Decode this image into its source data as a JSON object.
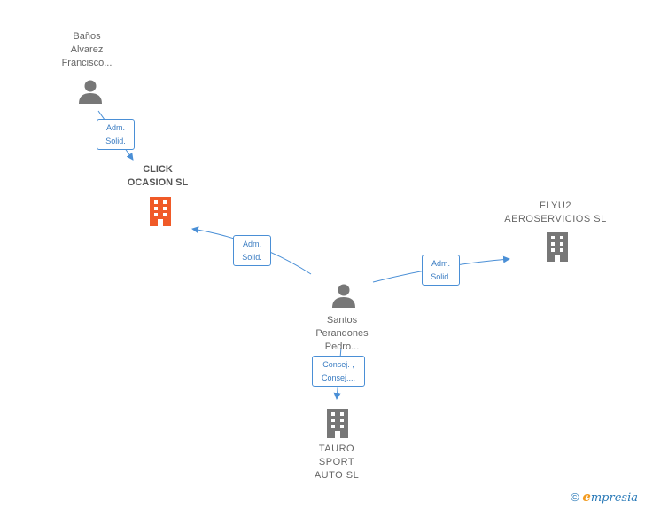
{
  "colors": {
    "edge": "#4a8fd6",
    "person_icon": "#777777",
    "company_icon": "#777777",
    "focus_company_icon": "#f05a28",
    "label_text": "#666666"
  },
  "nodes": {
    "banos": {
      "lines": [
        "Baños",
        "Alvarez",
        "Francisco..."
      ],
      "icon": "person-icon"
    },
    "click": {
      "lines": [
        "CLICK",
        "OCASION SL"
      ],
      "icon": "building-icon"
    },
    "flyu2": {
      "lines": [
        "FLYU2",
        "AEROSERVICIOS SL"
      ],
      "icon": "building-icon"
    },
    "santos": {
      "lines": [
        "Santos",
        "Perandones",
        "Pedro..."
      ],
      "icon": "person-icon"
    },
    "tauro": {
      "lines": [
        "TAURO",
        "SPORT",
        "AUTO SL"
      ],
      "icon": "building-icon"
    }
  },
  "relations": {
    "banos_click": [
      "Adm.",
      "Solid."
    ],
    "santos_click": [
      "Adm.",
      "Solid."
    ],
    "santos_flyu2": [
      "Adm.",
      "Solid."
    ],
    "santos_tauro": [
      "Consej. ,",
      "Consej...."
    ]
  },
  "footer": {
    "copyright": "©",
    "brand_initial": "e",
    "brand_rest": "mpresia"
  }
}
